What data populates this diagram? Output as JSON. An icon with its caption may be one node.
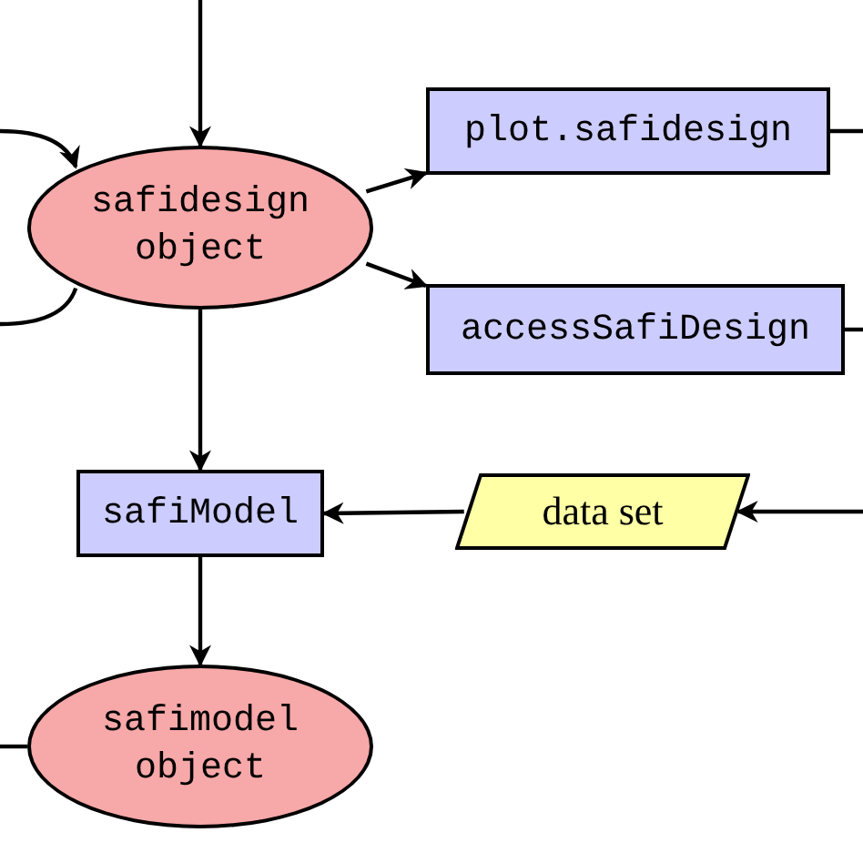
{
  "diagram": {
    "nodes": [
      {
        "text": [
          "safidesign object"
        ]
      },
      {
        "text": [
          "plot.safidesign"
        ]
      },
      {
        "text": [
          "accessSafiDesign"
        ]
      },
      {
        "text": [
          "safiModel"
        ]
      },
      {
        "text": [
          "data set"
        ]
      },
      {
        "text": [
          "safimodel object"
        ]
      }
    ],
    "edges": [
      {
        "from": null,
        "to": 0,
        "arrow": "to"
      },
      {
        "from": null,
        "to": 0,
        "arrow": "to"
      },
      {
        "from": 0,
        "to": null,
        "arrow": "none"
      },
      {
        "from": 0,
        "to": 1,
        "arrow": "to"
      },
      {
        "from": 0,
        "to": 2,
        "arrow": "to"
      },
      {
        "from": 1,
        "to": null,
        "arrow": "none"
      },
      {
        "from": 2,
        "to": null,
        "arrow": "none"
      },
      {
        "from": 0,
        "to": 3,
        "arrow": "to"
      },
      {
        "from": 4,
        "to": 3,
        "arrow": "to"
      },
      {
        "from": null,
        "to": 4,
        "arrow": "to"
      },
      {
        "from": 3,
        "to": 5,
        "arrow": "to"
      },
      {
        "from": 5,
        "to": null,
        "arrow": "none"
      }
    ]
  }
}
